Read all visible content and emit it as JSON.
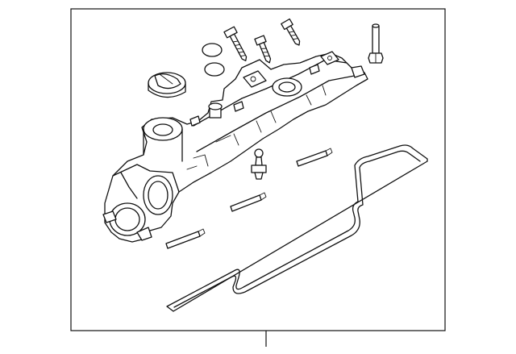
{
  "diagram": {
    "parts": [
      {
        "id": "valve-cover",
        "icon": "valve-cover-housing"
      },
      {
        "id": "oil-filler-cap",
        "icon": "oil-cap"
      },
      {
        "id": "seal-ring-upper",
        "icon": "o-ring"
      },
      {
        "id": "seal-ring-lower",
        "icon": "o-ring"
      },
      {
        "id": "bolt-left",
        "icon": "bolt"
      },
      {
        "id": "bolt-middle",
        "icon": "bolt"
      },
      {
        "id": "bolt-right",
        "icon": "bolt"
      },
      {
        "id": "stud-bolt",
        "icon": "stud"
      },
      {
        "id": "pcv-valve",
        "icon": "valve-plug"
      },
      {
        "id": "gasket",
        "icon": "gasket"
      },
      {
        "id": "seal-strip-1",
        "icon": "seal-strip"
      },
      {
        "id": "seal-strip-2",
        "icon": "seal-strip"
      },
      {
        "id": "seal-strip-3",
        "icon": "seal-strip"
      }
    ],
    "colors": {
      "line": "#111111",
      "background": "#ffffff"
    }
  }
}
